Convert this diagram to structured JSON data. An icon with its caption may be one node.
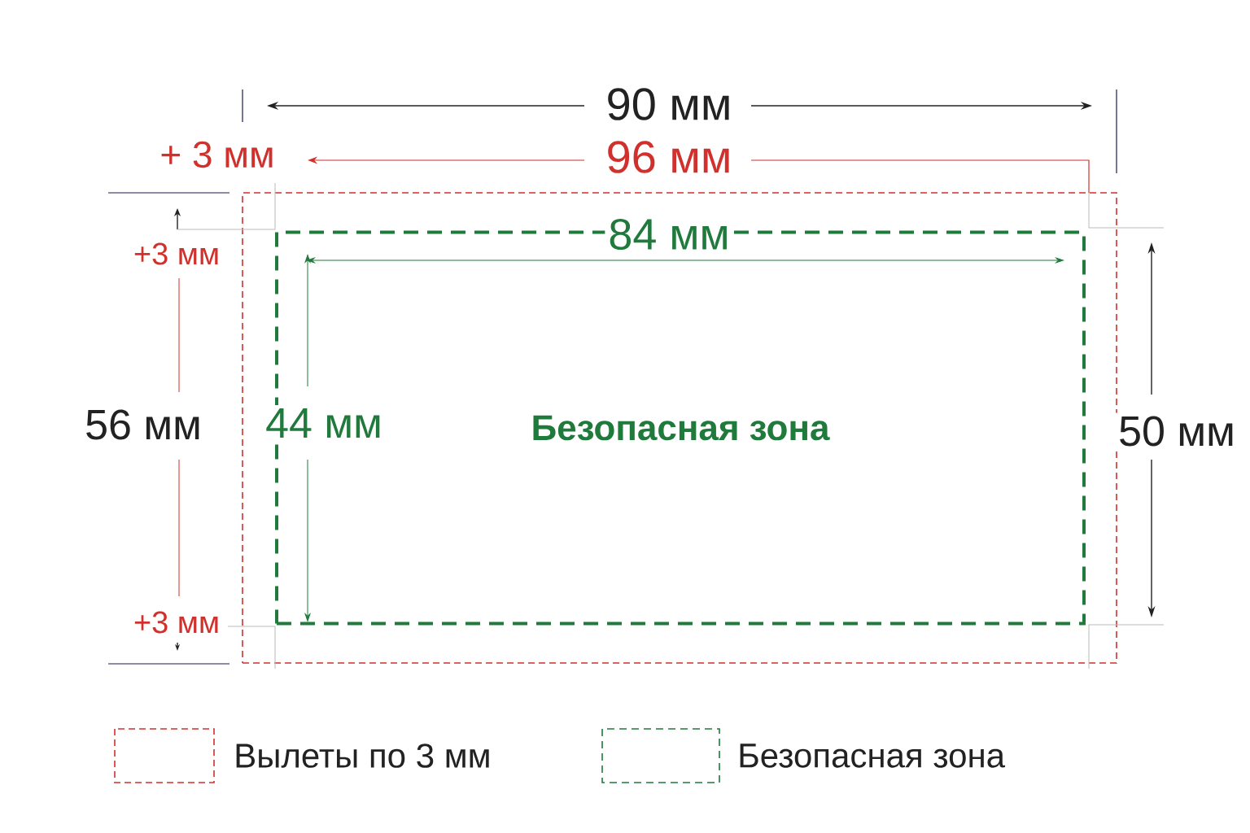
{
  "diagram": {
    "nodes": [
      {
        "text": [],
        "shape": "box"
      },
      {
        "text": [
          "Безопасная зона"
        ],
        "in": 0
      }
    ],
    "labels": [
      "90 мм",
      "+ 3 мм",
      "96 мм",
      "84 мм",
      "+3 мм",
      "56 мм",
      "44 мм",
      "50 мм",
      "+3 мм"
    ],
    "legend": [
      {
        "text": "Вылеты по 3 мм"
      },
      {
        "text": "Безопасная зона"
      }
    ]
  }
}
